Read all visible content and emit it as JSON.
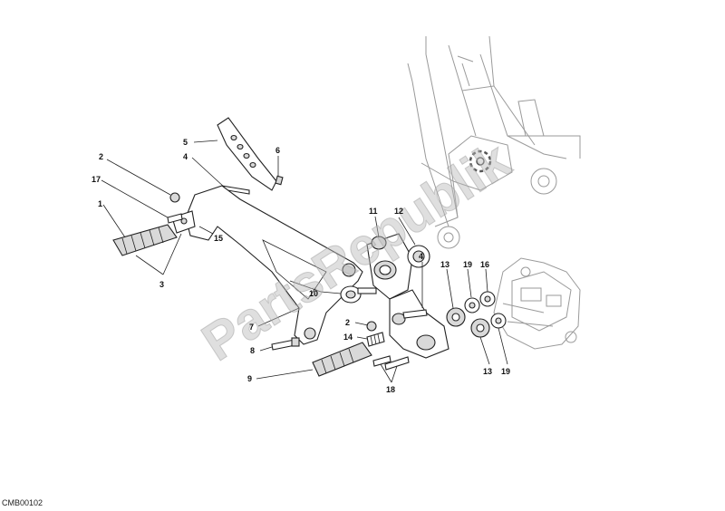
{
  "watermark": "PartsRepublik",
  "diagram_code": "CMB00102",
  "callouts": [
    {
      "id": "c5",
      "text": "5"
    },
    {
      "id": "c4a",
      "text": "4"
    },
    {
      "id": "c6",
      "text": "6"
    },
    {
      "id": "c2a",
      "text": "2"
    },
    {
      "id": "c17",
      "text": "17"
    },
    {
      "id": "c1",
      "text": "1"
    },
    {
      "id": "c15",
      "text": "15"
    },
    {
      "id": "c3",
      "text": "3"
    },
    {
      "id": "c11",
      "text": "11"
    },
    {
      "id": "c12",
      "text": "12"
    },
    {
      "id": "c10",
      "text": "10"
    },
    {
      "id": "c4b",
      "text": "4"
    },
    {
      "id": "c13a",
      "text": "13"
    },
    {
      "id": "c19a",
      "text": "19"
    },
    {
      "id": "c16",
      "text": "16"
    },
    {
      "id": "c7",
      "text": "7"
    },
    {
      "id": "c2b",
      "text": "2"
    },
    {
      "id": "c14",
      "text": "14"
    },
    {
      "id": "c8",
      "text": "8"
    },
    {
      "id": "c9",
      "text": "9"
    },
    {
      "id": "c18",
      "text": "18"
    },
    {
      "id": "c13b",
      "text": "13"
    },
    {
      "id": "c19b",
      "text": "19"
    }
  ]
}
